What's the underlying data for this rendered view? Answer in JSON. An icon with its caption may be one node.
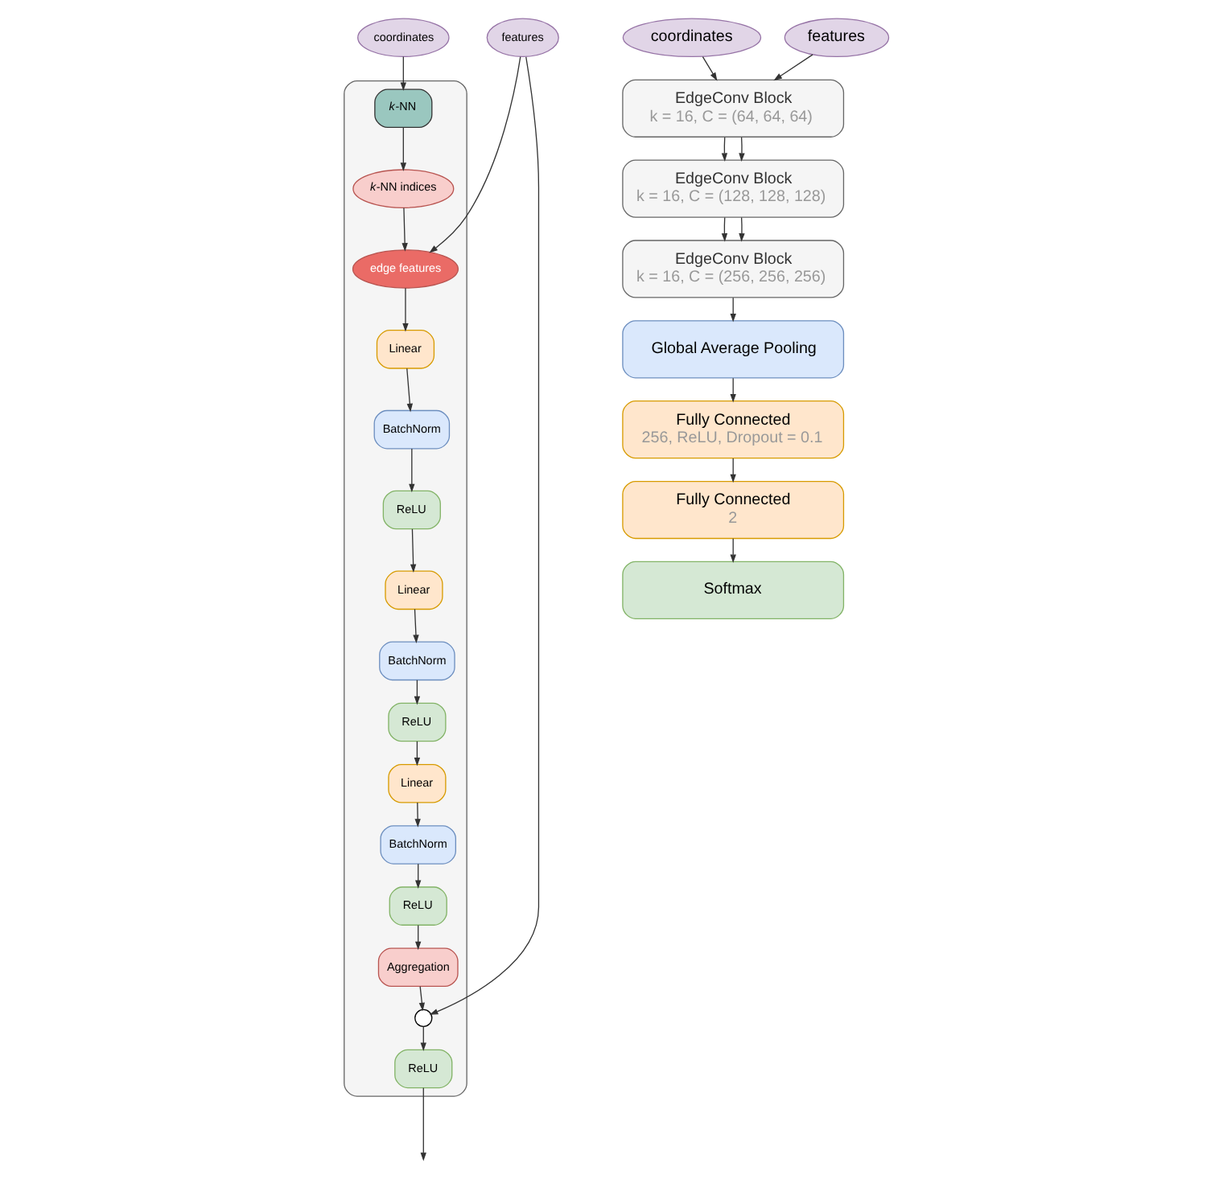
{
  "diagram": {
    "nodes": [
      {
        "text": [
          "coordinates"
        ]
      },
      {
        "text": [
          "features"
        ]
      },
      {
        "text": [],
        "shape": "box"
      },
      {
        "text": [
          "*k*-NN"
        ],
        "in": 2
      },
      {
        "text": [
          "*k*-NN indices"
        ],
        "in": 2
      },
      {
        "text": [
          "edge features"
        ],
        "in": 2
      },
      {
        "text": [
          "Linear"
        ],
        "in": 2
      },
      {
        "text": [
          "BatchNorm"
        ],
        "in": 2
      },
      {
        "text": [
          "ReLU"
        ],
        "in": 2
      },
      {
        "text": [
          "Linear"
        ],
        "in": 2
      },
      {
        "text": [
          "BatchNorm"
        ],
        "in": 2
      },
      {
        "text": [
          "ReLU"
        ],
        "in": 2
      },
      {
        "text": [
          "Linear"
        ],
        "in": 2
      },
      {
        "text": [
          "BatchNorm"
        ],
        "in": 2
      },
      {
        "text": [
          "ReLU"
        ],
        "in": 2
      },
      {
        "text": [
          "Aggregation"
        ],
        "in": 2
      },
      {
        "text": [],
        "shape": "circle",
        "in": 2
      },
      {
        "text": [
          "ReLU"
        ],
        "in": 2
      },
      {
        "text": [
          "coordinates"
        ]
      },
      {
        "text": [
          "features"
        ]
      },
      {
        "text": [
          "EdgeConv Block",
          "k = 16, C = (64, 64, 64)"
        ]
      },
      {
        "text": [
          "EdgeConv Block",
          "k = 16, C = (128, 128, 128)"
        ]
      },
      {
        "text": [
          "EdgeConv Block",
          "k = 16, C = (256, 256, 256)"
        ]
      },
      {
        "text": [
          "Global Average Pooling"
        ]
      },
      {
        "text": [
          "Fully Connected",
          "256, ReLU, Dropout = 0.1"
        ]
      },
      {
        "text": [
          "Fully Connected",
          "2"
        ]
      },
      {
        "text": [
          "Softmax"
        ]
      }
    ],
    "edges": [
      {
        "from": 0,
        "to": 3,
        "arrow": "to"
      },
      {
        "from": 3,
        "to": 4,
        "arrow": "to"
      },
      {
        "from": 4,
        "to": 5,
        "arrow": "to"
      },
      {
        "from": 1,
        "to": 5,
        "arrow": "to"
      },
      {
        "from": 1,
        "to": 16,
        "arrow": "to"
      },
      {
        "from": 5,
        "to": 6,
        "arrow": "to"
      },
      {
        "from": 6,
        "to": 7,
        "arrow": "to"
      },
      {
        "from": 7,
        "to": 8,
        "arrow": "to"
      },
      {
        "from": 8,
        "to": 9,
        "arrow": "to"
      },
      {
        "from": 9,
        "to": 10,
        "arrow": "to"
      },
      {
        "from": 10,
        "to": 11,
        "arrow": "to"
      },
      {
        "from": 11,
        "to": 12,
        "arrow": "to"
      },
      {
        "from": 12,
        "to": 13,
        "arrow": "to"
      },
      {
        "from": 13,
        "to": 14,
        "arrow": "to"
      },
      {
        "from": 14,
        "to": 15,
        "arrow": "to"
      },
      {
        "from": 15,
        "to": 16,
        "arrow": "to"
      },
      {
        "from": 16,
        "to": 17,
        "arrow": "to"
      },
      {
        "from": 17,
        "to": null,
        "arrow": "to"
      },
      {
        "from": 18,
        "to": 20,
        "arrow": "to"
      },
      {
        "from": 19,
        "to": 20,
        "arrow": "to"
      },
      {
        "from": 20,
        "to": 21,
        "arrow": "to"
      },
      {
        "from": 20,
        "to": 21,
        "arrow": "to"
      },
      {
        "from": 21,
        "to": 22,
        "arrow": "to"
      },
      {
        "from": 21,
        "to": 22,
        "arrow": "to"
      },
      {
        "from": 22,
        "to": 23,
        "arrow": "to"
      },
      {
        "from": 23,
        "to": 24,
        "arrow": "to"
      },
      {
        "from": 24,
        "to": 25,
        "arrow": "to"
      },
      {
        "from": 25,
        "to": 26,
        "arrow": "to"
      }
    ]
  }
}
